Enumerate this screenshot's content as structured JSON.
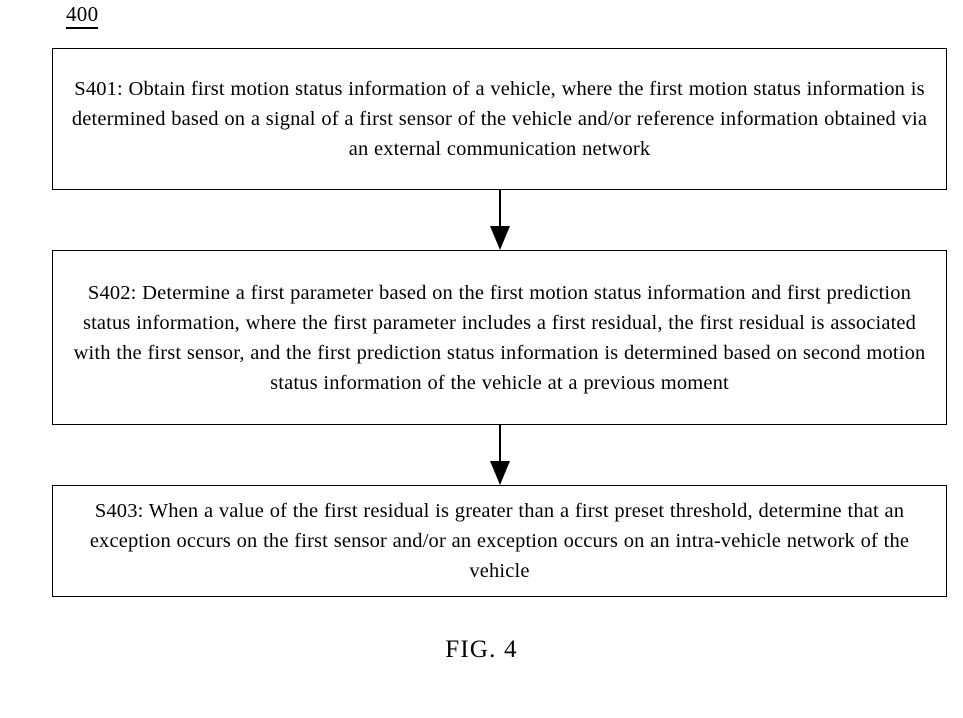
{
  "figure": {
    "reference_numeral": "400",
    "caption": "FIG. 4",
    "background_color": "#ffffff",
    "line_color": "#000000"
  },
  "diagram_data": {
    "type": "flowchart",
    "orientation": "vertical",
    "node_count": 3,
    "edge_count": 2,
    "nodes": [
      {
        "id": "S401",
        "shape": "rectangle",
        "text": "S401: Obtain first motion status information of a vehicle, where the first motion status information is determined based on a signal of a first sensor of the vehicle and/or reference information obtained via an external communication network",
        "lines": [
          "S401: Obtain first motion status information of a vehicle, where the first motion",
          "status information is determined based on a signal of a first sensor of the vehicle",
          "and/or reference information obtained via an external communication network"
        ]
      },
      {
        "id": "S402",
        "shape": "rectangle",
        "text": "S402: Determine a first parameter based on the first motion status information and first prediction status information, where the first parameter includes a first residual, the first residual is associated with the first sensor, and the first prediction status information is determined based on second motion status information of the vehicle at a previous moment",
        "lines": [
          "S402: Determine a first parameter based on the first motion status information",
          "and first prediction status information, where the first parameter includes a first",
          "residual, the first residual is associated with the first sensor, and the first",
          "prediction status information is determined based on second motion status",
          "information of the vehicle at a previous moment"
        ]
      },
      {
        "id": "S403",
        "shape": "rectangle",
        "text": "S403: When a value of the first residual is greater than a first preset threshold, determine that an exception occurs on the first sensor and/or an exception occurs on an intra-vehicle network of the vehicle",
        "lines": [
          "S403: When a value of the first residual is greater than a first preset threshold,",
          "determine that an exception occurs on the first sensor and/or an exception occurs",
          "on an intra-vehicle network of the vehicle"
        ]
      }
    ],
    "edges": [
      {
        "from": "S401",
        "to": "S402",
        "style": "solid",
        "arrowhead": "filled-triangle",
        "direction": "down"
      },
      {
        "from": "S402",
        "to": "S403",
        "style": "solid",
        "arrowhead": "filled-triangle",
        "direction": "down"
      }
    ]
  }
}
